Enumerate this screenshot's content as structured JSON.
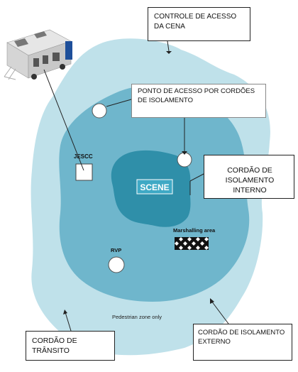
{
  "callouts": {
    "controle": "CONTROLE DE ACESSO DA CENA",
    "ponto": "PONTO DE ACESSO   POR CORDÕES DE ISOLAMENTO",
    "interno": "CORDÃO DE ISOLAMENTO INTERNO",
    "transito": "CORDÃO DE TRÂNSITO",
    "externo": "CORDÃO DE ISOLAMENTO EXTERNO"
  },
  "labels": {
    "jescc": "JESCC",
    "scene": "SCENE",
    "marshalling": "Marshalling area",
    "rvp": "RVP",
    "pedestrian": "Pedestrian zone only"
  },
  "colors": {
    "outer_zone": "#bfe1ea",
    "middle_zone": "#6fb6cc",
    "inner_zone": "#2f8fa9",
    "scene_badge": "#3fa9c5",
    "line": "#222222"
  }
}
